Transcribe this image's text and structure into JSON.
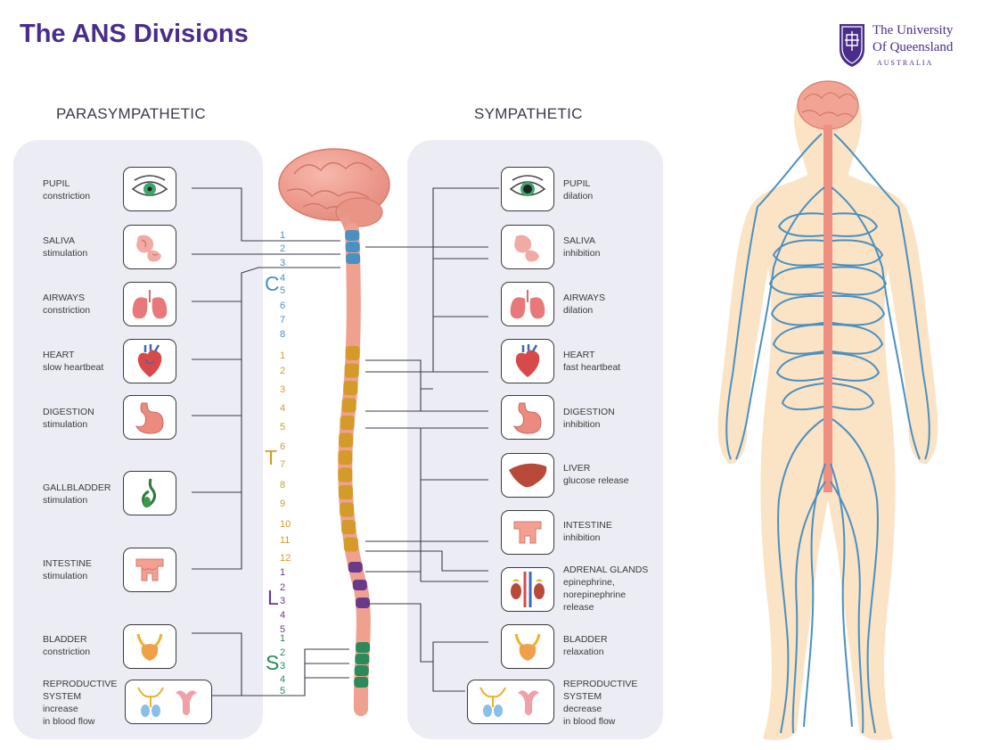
{
  "title": "The ANS Divisions",
  "logo": {
    "line1": "The University",
    "line2": "Of Queensland",
    "line3": "AUSTRALIA"
  },
  "colors": {
    "title": "#4a2c8a",
    "panel": "#ecedf4",
    "cervical": "#4a90c0",
    "thoracic": "#d49a2a",
    "lumbar": "#6a3a8a",
    "sacral": "#2a8a5a",
    "nerves": "#4a90c0",
    "skin": "#fbe3c5"
  },
  "parasympathetic": {
    "heading": "PARASYMPATHETIC",
    "items": [
      {
        "icon": "eye-icon",
        "title": "PUPIL",
        "sub": "constriction"
      },
      {
        "icon": "salivary-gland-icon",
        "title": "SALIVA",
        "sub": "stimulation"
      },
      {
        "icon": "lungs-icon",
        "title": "AIRWAYS",
        "sub": "constriction"
      },
      {
        "icon": "heart-icon",
        "title": "HEART",
        "sub": "slow heartbeat"
      },
      {
        "icon": "stomach-icon",
        "title": "DIGESTION",
        "sub": "stimulation"
      },
      {
        "icon": "gallbladder-icon",
        "title": "GALLBLADDER",
        "sub": "stimulation"
      },
      {
        "icon": "intestine-icon",
        "title": "INTESTINE",
        "sub": "stimulation"
      },
      {
        "icon": "bladder-icon",
        "title": "BLADDER",
        "sub": "constriction"
      },
      {
        "icon": "reproductive-icon",
        "title": "REPRODUCTIVE",
        "sub": "SYSTEM",
        "sub2": "increase",
        "sub3": "in blood flow"
      }
    ]
  },
  "sympathetic": {
    "heading": "SYMPATHETIC",
    "items": [
      {
        "icon": "eye-icon",
        "title": "PUPIL",
        "sub": "dilation"
      },
      {
        "icon": "salivary-gland-icon",
        "title": "SALIVA",
        "sub": "inhibition"
      },
      {
        "icon": "lungs-icon",
        "title": "AIRWAYS",
        "sub": "dilation"
      },
      {
        "icon": "heart-icon",
        "title": "HEART",
        "sub": "fast heartbeat"
      },
      {
        "icon": "stomach-icon",
        "title": "DIGESTION",
        "sub": "inhibition"
      },
      {
        "icon": "liver-icon",
        "title": "LIVER",
        "sub": "glucose release"
      },
      {
        "icon": "intestine-icon",
        "title": "INTESTINE",
        "sub": "inhibition"
      },
      {
        "icon": "adrenal-glands-icon",
        "title": "ADRENAL GLANDS",
        "sub": "epinephrine,",
        "sub2": "norepinephrine",
        "sub3": "release"
      },
      {
        "icon": "bladder-icon",
        "title": "BLADDER",
        "sub": "relaxation"
      },
      {
        "icon": "reproductive-icon",
        "title": "REPRODUCTIVE",
        "sub": "SYSTEM",
        "sub2": "decrease",
        "sub3": "in blood flow"
      }
    ]
  },
  "spine": {
    "regions": [
      "C",
      "T",
      "L",
      "S"
    ],
    "cervical": [
      "1",
      "2",
      "3",
      "4",
      "5",
      "6",
      "7",
      "8"
    ],
    "thoracic": [
      "1",
      "2",
      "3",
      "4",
      "5",
      "6",
      "7",
      "8",
      "9",
      "10",
      "11",
      "12"
    ],
    "lumbar": [
      "1",
      "2",
      "3",
      "4",
      "5"
    ],
    "sacral": [
      "1",
      "2",
      "3",
      "4",
      "5"
    ]
  }
}
